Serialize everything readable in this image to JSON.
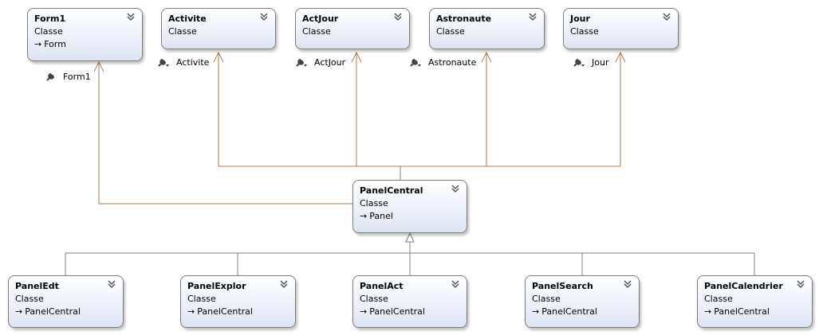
{
  "classes": {
    "form1": {
      "name": "Form1",
      "kind": "Classe",
      "base": "Form",
      "interface": "Form1"
    },
    "activite": {
      "name": "Activite",
      "kind": "Classe",
      "interface": "Activite"
    },
    "actjour": {
      "name": "ActJour",
      "kind": "Classe",
      "interface": "ActJour"
    },
    "astronaute": {
      "name": "Astronaute",
      "kind": "Classe",
      "interface": "Astronaute"
    },
    "jour": {
      "name": "Jour",
      "kind": "Classe",
      "interface": "Jour"
    },
    "panelcentral": {
      "name": "PanelCentral",
      "kind": "Classe",
      "base": "Panel"
    },
    "paneledt": {
      "name": "PanelEdt",
      "kind": "Classe",
      "base": "PanelCentral"
    },
    "panelexplor": {
      "name": "PanelExplor",
      "kind": "Classe",
      "base": "PanelCentral"
    },
    "panelact": {
      "name": "PanelAct",
      "kind": "Classe",
      "base": "PanelCentral"
    },
    "panelsearch": {
      "name": "PanelSearch",
      "kind": "Classe",
      "base": "PanelCentral"
    },
    "panelcalendrier": {
      "name": "PanelCalendrier",
      "kind": "Classe",
      "base": "PanelCentral"
    }
  },
  "colors": {
    "association": "#b07a5a",
    "inheritance": "#808080",
    "box_border": "#7d7d7d"
  },
  "icons": {
    "collapse": "chevron-double-down-icon",
    "interface": "wrench-icon",
    "inherits": "arrow-right-icon"
  }
}
